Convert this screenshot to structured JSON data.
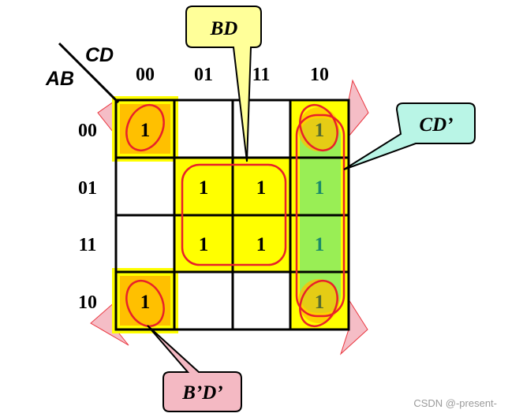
{
  "kmap": {
    "row_var": "AB",
    "col_var": "CD",
    "col_headers": [
      "00",
      "01",
      "11",
      "10"
    ],
    "row_headers": [
      "00",
      "01",
      "11",
      "10"
    ],
    "cells": [
      [
        "1",
        "",
        "",
        "1"
      ],
      [
        "",
        "1",
        "1",
        "1"
      ],
      [
        "",
        "1",
        "1",
        "1"
      ],
      [
        "1",
        "",
        "",
        "1"
      ]
    ]
  },
  "callouts": {
    "bd": "BD",
    "cd_prime": "CD’",
    "bd_prime": "B’D’"
  },
  "colors": {
    "cell_yellow": "#ffff00",
    "corner_orange": "#ffc000",
    "column_green": "#99ee55",
    "loop_red": "#e8202a",
    "wedge_pink": "#f4b6c0",
    "callout_bd_fill": "#ffff99",
    "callout_cd_fill": "#b9f5e6",
    "callout_bdp_fill": "#f4b9c3"
  },
  "watermark": "CSDN @-present-"
}
